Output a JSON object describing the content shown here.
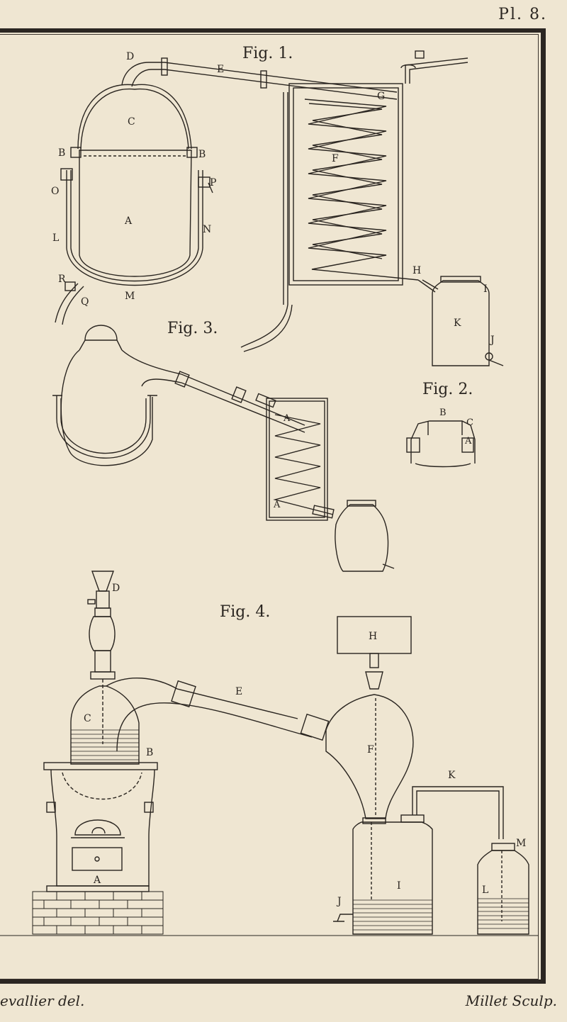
{
  "plate": {
    "number": "Pl. 8."
  },
  "credits": {
    "left": "evallier del.",
    "right": "Millet Sculp."
  },
  "fig1": {
    "title": "Fig. 1.",
    "labels": {
      "D": "D",
      "E": "E",
      "C": "C",
      "B": "B",
      "A": "A",
      "O": "O",
      "P": "P",
      "L": "L",
      "N": "N",
      "R": "R",
      "Q": "Q",
      "M": "M",
      "G": "G",
      "F": "F",
      "H": "H",
      "I": "I",
      "K": "K",
      "J": "J"
    }
  },
  "fig2": {
    "title": "Fig. 2.",
    "labels": {
      "B": "B",
      "C": "C",
      "A": "A"
    }
  },
  "fig3": {
    "title": "Fig. 3.",
    "labels": {
      "A_top": "A",
      "A_bottom": "A"
    }
  },
  "fig4": {
    "title": "Fig. 4.",
    "labels": {
      "D": "D",
      "C": "C",
      "B": "B",
      "A": "A",
      "E": "E",
      "H": "H",
      "F": "F",
      "K": "K",
      "M": "M",
      "I": "I",
      "L": "L",
      "J": "J"
    }
  }
}
